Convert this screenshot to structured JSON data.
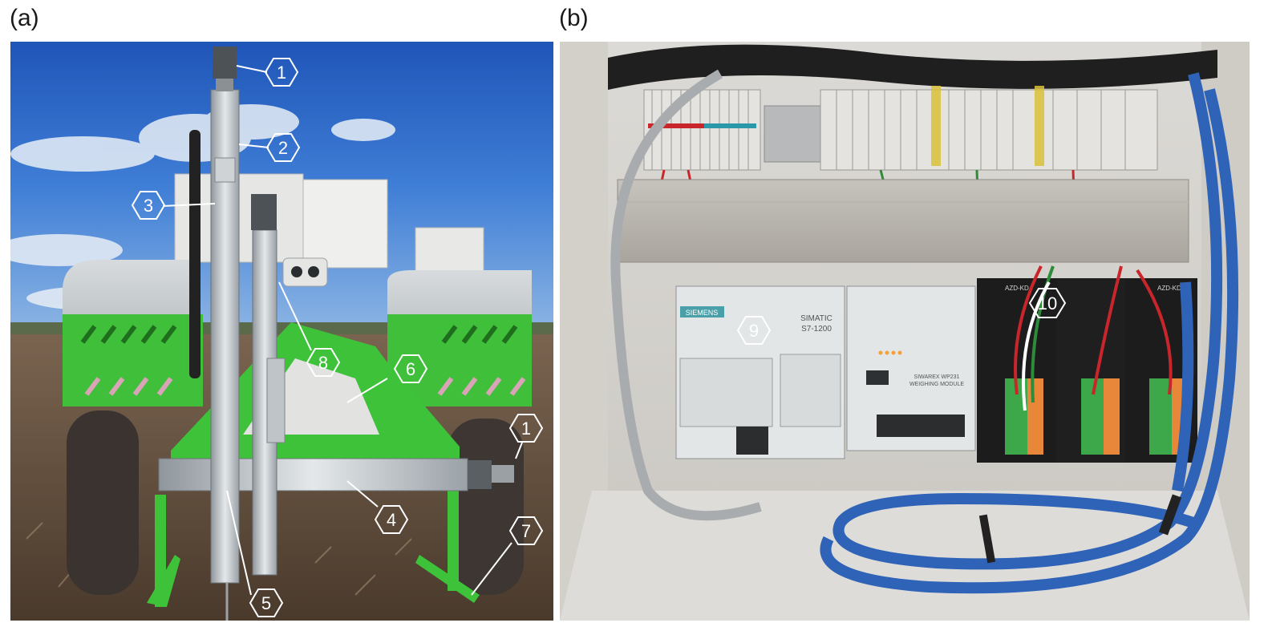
{
  "panels": {
    "a": {
      "label": "(a)"
    },
    "b": {
      "label": "(b)"
    }
  },
  "callouts": {
    "a": [
      "1",
      "2",
      "3",
      "8",
      "6",
      "1",
      "4",
      "7",
      "5"
    ],
    "b": [
      "9",
      "10"
    ]
  },
  "brand_text": {
    "siemens": "SIEMENS",
    "simatic": "SIMATIC",
    "s7": "S7-1200",
    "weighing": "SIWAREX WP231",
    "weighing2": "WEIGHING MODULE",
    "azd1": "AZD-KD",
    "azd2": "AZD-KD"
  }
}
